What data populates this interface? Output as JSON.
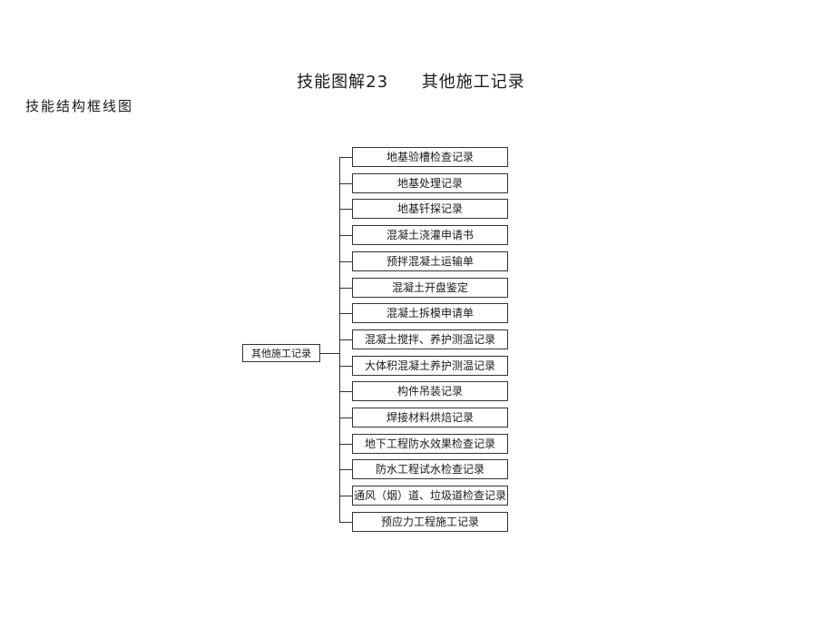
{
  "header": {
    "title_main": "技能图解23",
    "title_sub": "其他施工记录",
    "subtitle": "技能结构框线图"
  },
  "tree": {
    "root": "其他施工记录",
    "children": [
      "地基验槽检查记录",
      "地基处理记录",
      "地基钎探记录",
      "混凝土浇灌申请书",
      "预拌混凝土运输单",
      "混凝土开盘鉴定",
      "混凝土拆模申请单",
      "混凝土搅拌、养护测温记录",
      "大体积混凝土养护测温记录",
      "构件吊装记录",
      "焊接材料烘焙记录",
      "地下工程防水效果检查记录",
      "防水工程试水检查记录",
      "通风（烟）道、垃圾道检查记录",
      "预应力工程施工记录"
    ]
  }
}
